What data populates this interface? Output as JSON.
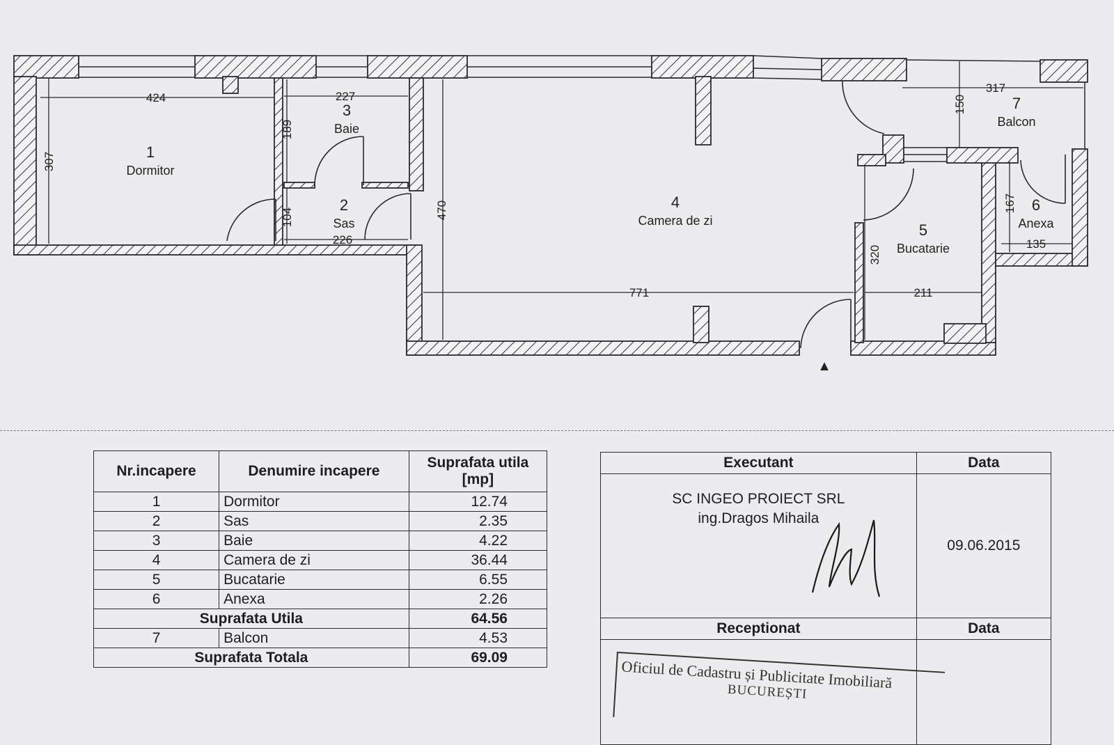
{
  "floor_plan": {
    "rooms": [
      {
        "number": "1",
        "name": "Dormitor"
      },
      {
        "number": "2",
        "name": "Sas"
      },
      {
        "number": "3",
        "name": "Baie"
      },
      {
        "number": "4",
        "name": "Camera de zi"
      },
      {
        "number": "5",
        "name": "Bucatarie"
      },
      {
        "number": "6",
        "name": "Anexa"
      },
      {
        "number": "7",
        "name": "Balcon"
      }
    ],
    "dimensions": {
      "dormitor_width": "424",
      "dormitor_depth": "307",
      "baie_width": "227",
      "baie_depth": "189",
      "sas_width": "226",
      "sas_depth": "104",
      "camera_depth": "470",
      "camera_width": "771",
      "balcon_width": "317",
      "balcon_depth": "150",
      "bucatarie_width": "211",
      "bucatarie_depth": "320",
      "anexa_width": "135",
      "anexa_depth": "167"
    },
    "entrance_marker": "▲"
  },
  "rooms_table": {
    "headers": {
      "nr": "Nr.incapere",
      "name": "Denumire incapere",
      "area_line1": "Suprafata utila",
      "area_line2": "[mp]"
    },
    "rows": [
      {
        "nr": "1",
        "name": "Dormitor",
        "area": "12.74"
      },
      {
        "nr": "2",
        "name": "Sas",
        "area": "2.35"
      },
      {
        "nr": "3",
        "name": "Baie",
        "area": "4.22"
      },
      {
        "nr": "4",
        "name": "Camera de zi",
        "area": "36.44"
      },
      {
        "nr": "5",
        "name": "Bucatarie",
        "area": "6.55"
      },
      {
        "nr": "6",
        "name": "Anexa",
        "area": "2.26"
      }
    ],
    "subtotal": {
      "label": "Suprafata Utila",
      "area": "64.56"
    },
    "balcony_row": {
      "nr": "7",
      "name": "Balcon",
      "area": "4.53"
    },
    "total": {
      "label": "Suprafata Totala",
      "area": "69.09"
    }
  },
  "executant_table": {
    "executant_header": "Executant",
    "date_header": "Data",
    "company": "SC INGEO PROIECT SRL",
    "engineer": "ing.Dragos Mihaila",
    "date": "09.06.2015",
    "receptionat_header": "Receptionat",
    "date_header_2": "Data"
  },
  "stamp": {
    "line1": "Oficiul de Cadastru și Publicitate Imobiliară",
    "line2": "BUCUREȘTI"
  }
}
